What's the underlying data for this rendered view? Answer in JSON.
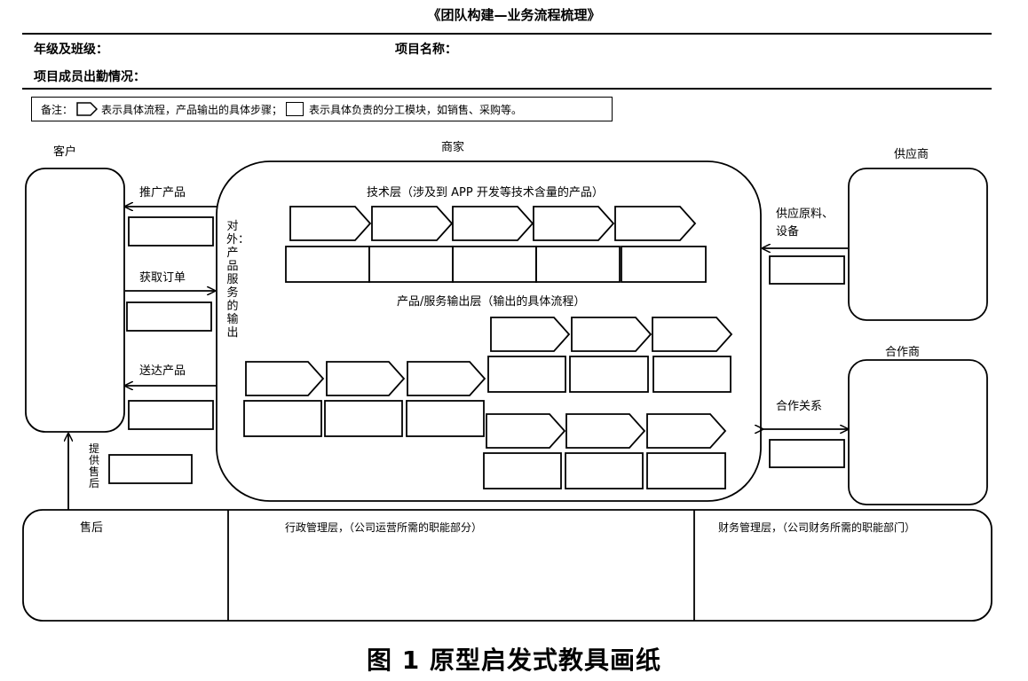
{
  "title": "《团队构建—业务流程梳理》",
  "fields": {
    "grade_class": "年级及班级：",
    "project_name": "项目名称：",
    "attendance": "项目成员出勤情况："
  },
  "legend": {
    "prefix": "备注：",
    "arrow_desc": "表示具体流程，产品输出的具体步骤；",
    "box_desc": "表示具体负责的分工模块，如销售、采购等。"
  },
  "labels": {
    "customer": "客户",
    "merchant": "商家",
    "supplier": "供应商",
    "partner": "合作商",
    "tech_layer": "技术层（涉及到 APP 开发等技术含量的产品）",
    "output_layer": "产品/服务输出层（输出的具体流程）",
    "external_output": "对外：产品服务的输出",
    "promote": "推广产品",
    "get_order": "获取订单",
    "deliver": "送达产品",
    "after_sales_service": "提供售后",
    "supply": "供应原料、设备",
    "cooperation": "合作关系",
    "after_sales": "售后",
    "admin_layer": "行政管理层，（公司运营所需的职能部分）",
    "finance_layer": "财务管理层，（公司财务所需的职能部门）"
  },
  "caption": "图 1   原型启发式教具画纸"
}
